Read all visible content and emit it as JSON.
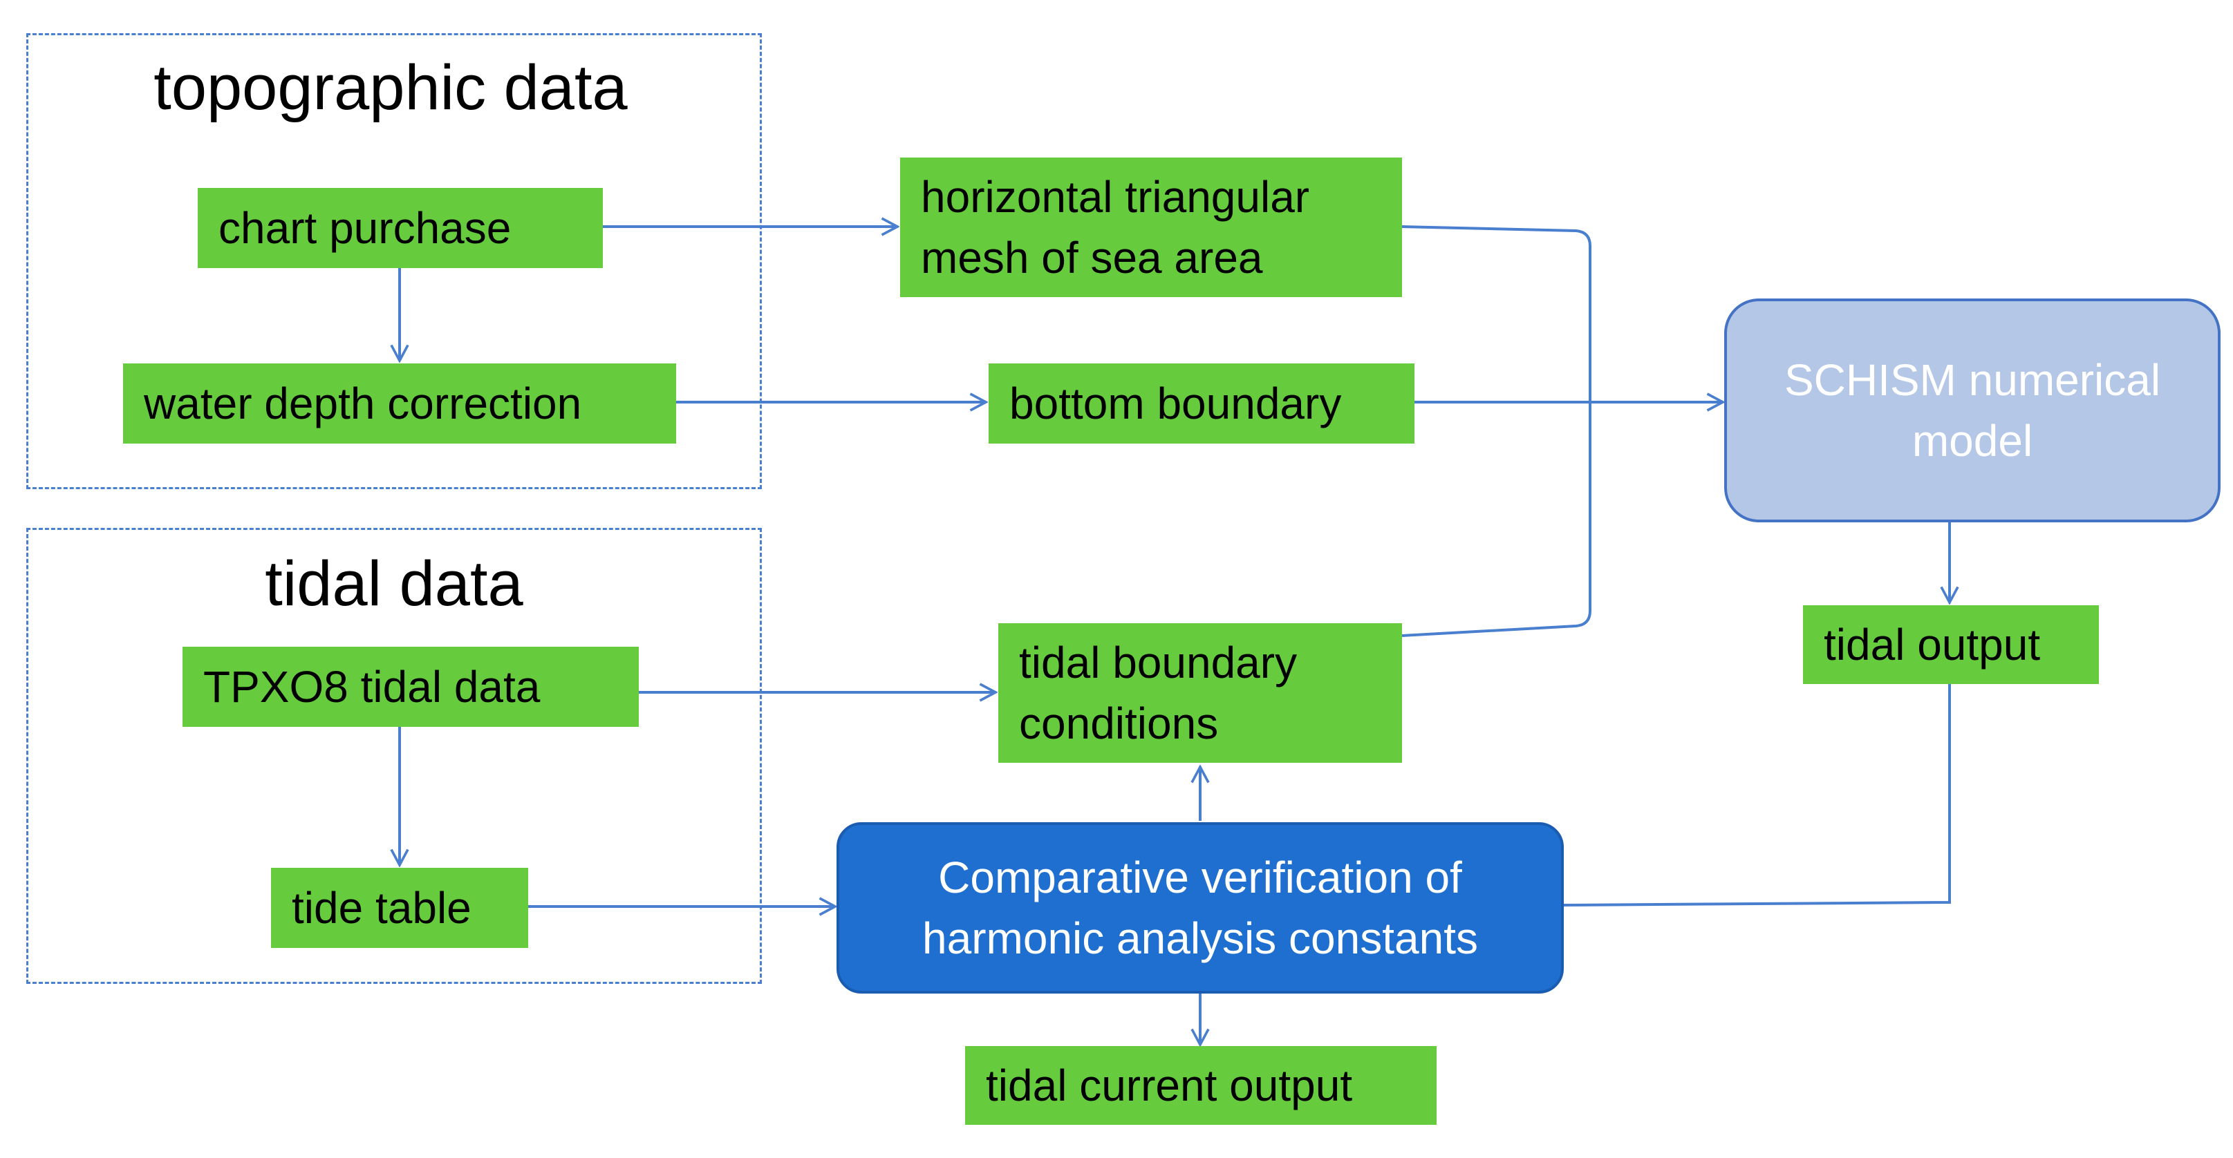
{
  "colors": {
    "node_fill": "#66cc3d",
    "model_fill": "#b4c7e7",
    "model_text": "#ffffff",
    "compare_fill": "#1f6fd0",
    "compare_text": "#ffffff",
    "connector": "#4a7fd0",
    "frame_border": "#4a7fd0"
  },
  "groups": {
    "topographic": {
      "title": "topographic data"
    },
    "tidal": {
      "title": "tidal data"
    }
  },
  "nodes": {
    "chart_purchase": "chart purchase",
    "water_depth_correction": "water depth correction",
    "horizontal_mesh": "horizontal triangular\nmesh of sea area",
    "bottom_boundary": "bottom boundary",
    "schism_model": "SCHISM numerical\nmodel",
    "tidal_output": "tidal output",
    "tpxo8_tidal_data": "TPXO8 tidal data",
    "tide_table": "tide table",
    "tidal_boundary_conditions": "tidal boundary\nconditions",
    "comparative_verification": "Comparative verification of\nharmonic analysis constants",
    "tidal_current_output": "tidal current output"
  },
  "edges": [
    {
      "from": "chart_purchase",
      "to": "horizontal_mesh"
    },
    {
      "from": "chart_purchase",
      "to": "water_depth_correction"
    },
    {
      "from": "water_depth_correction",
      "to": "bottom_boundary"
    },
    {
      "from": "bottom_boundary",
      "to": "schism_model"
    },
    {
      "from": "horizontal_mesh",
      "to": "schism_model"
    },
    {
      "from": "tidal_boundary_conditions",
      "to": "schism_model"
    },
    {
      "from": "schism_model",
      "to": "tidal_output"
    },
    {
      "from": "tpxo8_tidal_data",
      "to": "tidal_boundary_conditions"
    },
    {
      "from": "tpxo8_tidal_data",
      "to": "tide_table"
    },
    {
      "from": "tide_table",
      "to": "comparative_verification"
    },
    {
      "from": "comparative_verification",
      "to": "tidal_boundary_conditions"
    },
    {
      "from": "comparative_verification",
      "to": "tidal_current_output"
    },
    {
      "from": "tidal_output",
      "to": "comparative_verification"
    }
  ]
}
